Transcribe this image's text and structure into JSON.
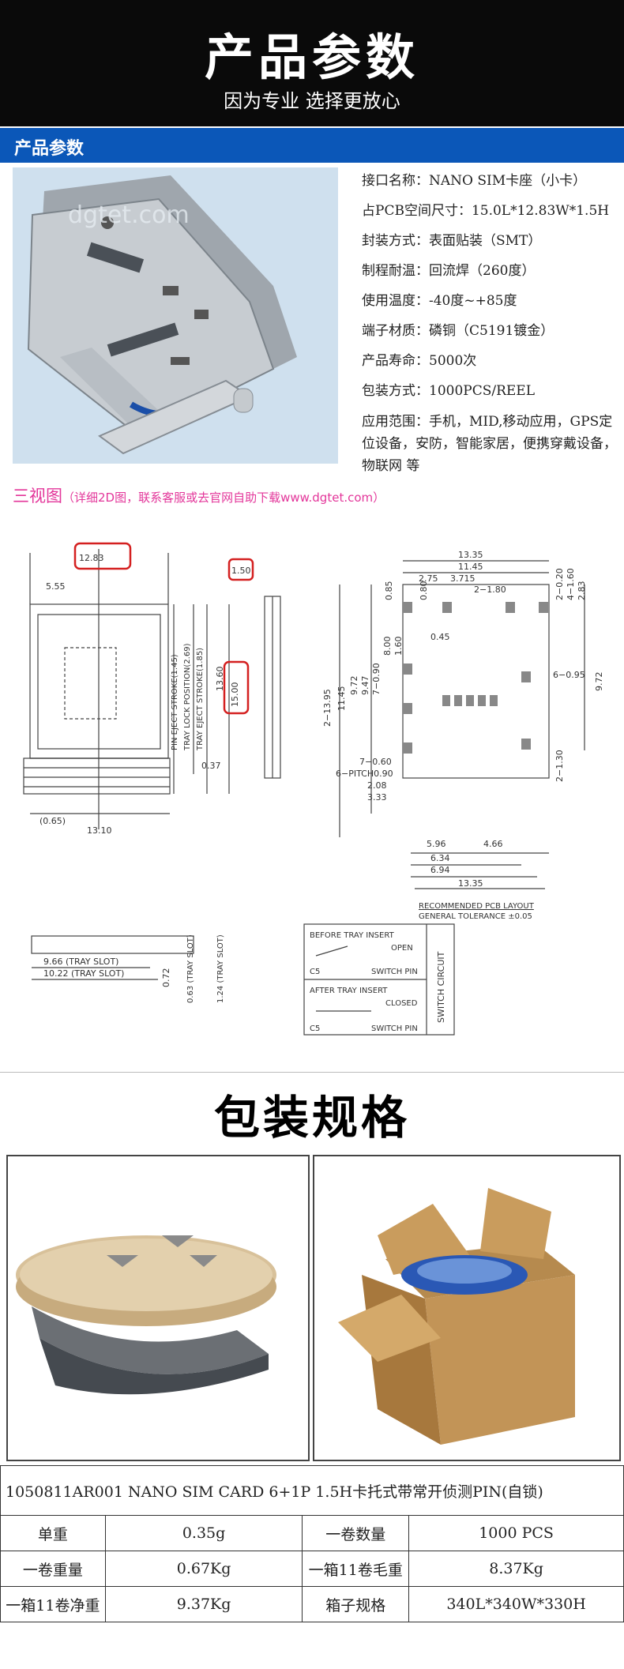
{
  "header": {
    "title": "产品参数",
    "subtitle": "因为专业 选择更放心"
  },
  "section_bar": {
    "label": "产品参数"
  },
  "product_photo": {
    "watermark": "dgtet.com"
  },
  "specs": [
    {
      "label": "接口名称：",
      "value": "NANO SIM卡座（小卡）"
    },
    {
      "label": "占PCB空间尺寸：",
      "value": "15.0L*12.83W*1.5H"
    },
    {
      "label": "封装方式：",
      "value": "表面贴装（SMT）"
    },
    {
      "label": "制程耐温：",
      "value": "回流焊（260度）"
    },
    {
      "label": "使用温度：",
      "value": "-40度~+85度"
    },
    {
      "label": "端子材质：",
      "value": "磷铜（C5191镀金）"
    },
    {
      "label": "产品寿命：",
      "value": "5000次"
    },
    {
      "label": "包装方式：",
      "value": "1000PCS/REEL"
    },
    {
      "label": "应用范围：",
      "value": "手机，MID,移动应用，GPS定位设备，安防，智能家居，便携穿戴设备，物联网 等"
    }
  ],
  "views": {
    "title": "三视图",
    "note": "（详细2D图，联系客服或去官网自助下载www.dgtet.com）"
  },
  "drawing": {
    "top_view": {
      "dims": [
        "12.83",
        "5.55",
        "(0.65)",
        "13.10",
        "0.37",
        "13.60",
        "15.00"
      ],
      "strokes": [
        "PIN EJECT STROKE(1.45)",
        "TRAY LOCK POSITION(2.69)",
        "TRAY EJECT STROKE(1.85)"
      ]
    },
    "side_view": {
      "dims": [
        "1.50"
      ]
    },
    "pcb_layout": {
      "dims_top": [
        "13.35",
        "11.45",
        "2.75",
        "3.715",
        "2−1.80",
        "0.85",
        "0.80",
        "0.45"
      ],
      "dims_right": [
        "2−0.20",
        "4−1.60",
        "2.83",
        "9.72",
        "6−0.95",
        "2−1.30"
      ],
      "dims_left": [
        "2−13.95",
        "11.45",
        "9.72",
        "9.47",
        "7−0.90",
        "8.00",
        "1.60"
      ],
      "dims_bottom": [
        "7−0.60",
        "6−PITCH0.90",
        "2.08",
        "3.33",
        "5.96",
        "4.66",
        "6.34",
        "6.94",
        "13.35"
      ],
      "caption": "RECOMMENDED PCB LAYOUT",
      "tolerance": "GENERAL TOLERANCE ±0.05"
    },
    "front_view": {
      "dims": [
        "9.66 (TRAY SLOT)",
        "10.22 (TRAY SLOT)",
        "0.72",
        "0.63 (TRAY SLOT)",
        "1.24 (TRAY SLOT)"
      ]
    },
    "switch": {
      "before": "BEFORE TRAY INSERT",
      "open": "OPEN",
      "after": "AFTER TRAY INSERT",
      "closed": "CLOSED",
      "c5": "C5",
      "pin": "SWITCH PIN",
      "side_label": "SWITCH CIRCUIT"
    }
  },
  "packaging": {
    "title": "包装规格",
    "left_image": {
      "kind": "tape-reel"
    },
    "right_image": {
      "kind": "carton-box"
    }
  },
  "table": {
    "title": "1050811AR001   NANO SIM CARD 6+1P 1.5H卡托式带常开侦测PIN(自锁)",
    "rows": [
      [
        "单重",
        "0.35g",
        "一卷数量",
        "1000 PCS"
      ],
      [
        "一卷重量",
        "0.67Kg",
        "一箱11卷毛重",
        "8.37Kg"
      ],
      [
        "一箱11卷净重",
        "9.37Kg",
        "箱子规格",
        "340L*340W*330H"
      ]
    ]
  },
  "colors": {
    "header_bg": "#0a0a0a",
    "section_bar": "#0b57b8",
    "views_title": "#e3369a",
    "highlight_box": "#d42020",
    "photo_bg": "#cfe0ee"
  }
}
